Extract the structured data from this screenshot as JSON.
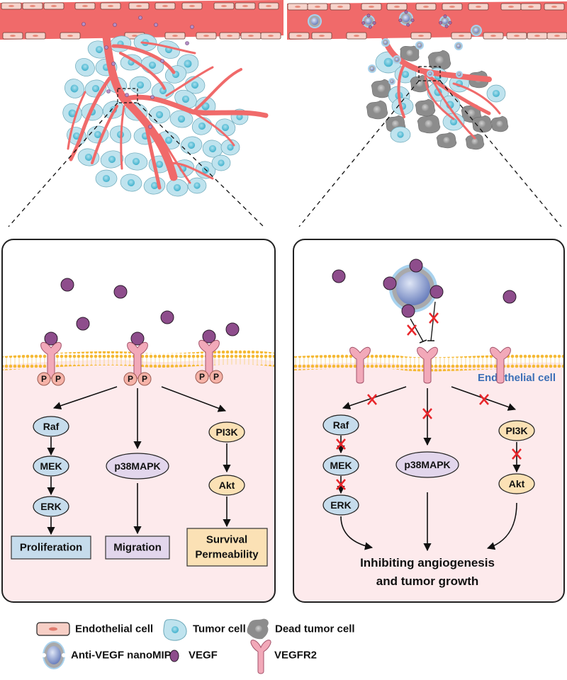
{
  "colors": {
    "vessel": "#f06a6a",
    "endothelial_fill": "#f7d3cb",
    "endothelial_nucleus": "#e88a7a",
    "tumor_fill": "#bfe3ee",
    "tumor_nucleus": "#5bbcd4",
    "dead_fill": "#8c8c8c",
    "dead_nucleus": "#b5b5b5",
    "vegf": "#8e4d8c",
    "receptor": "#f2a9b9",
    "membrane": "#f5c242",
    "cell_bg": "#fdeaec",
    "raf_path": "#c6dcec",
    "p38_path": "#e2d6ec",
    "pi3k_path": "#fbe1b5",
    "block": "#e8262b",
    "endothelial_label": "#3b6fb6",
    "nanomip_core": "#7f93c8",
    "nanomip_shell": "#a9a9ab",
    "nanomip_halo": "#a8d2ee"
  },
  "left_panel": {
    "phospho_label": "P",
    "pathways": [
      {
        "nodes": [
          "Raf",
          "MEK",
          "ERK"
        ],
        "outcome": "Proliferation"
      },
      {
        "nodes": [
          "p38MAPK"
        ],
        "outcome": "Migration"
      },
      {
        "nodes": [
          "PI3K",
          "Akt"
        ],
        "outcome_lines": [
          "Survival",
          "Permeability"
        ]
      }
    ]
  },
  "right_panel": {
    "cell_label": "Endothelial cell",
    "pathways": [
      {
        "nodes": [
          "Raf",
          "MEK",
          "ERK"
        ]
      },
      {
        "nodes": [
          "p38MAPK"
        ]
      },
      {
        "nodes": [
          "PI3K",
          "Akt"
        ]
      }
    ],
    "outcome_lines": [
      "Inhibiting angiogenesis",
      "and tumor growth"
    ]
  },
  "legend": [
    {
      "icon": "endothelial-cell-icon",
      "label": "Endothelial cell"
    },
    {
      "icon": "tumor-cell-icon",
      "label": "Tumor cell"
    },
    {
      "icon": "dead-tumor-cell-icon",
      "label": "Dead tumor cell"
    },
    {
      "icon": "nanomip-icon",
      "label": "Anti-VEGF nanoMIP"
    },
    {
      "icon": "vegf-icon",
      "label": "VEGF"
    },
    {
      "icon": "vegfr2-icon",
      "label": "VEGFR2"
    }
  ]
}
